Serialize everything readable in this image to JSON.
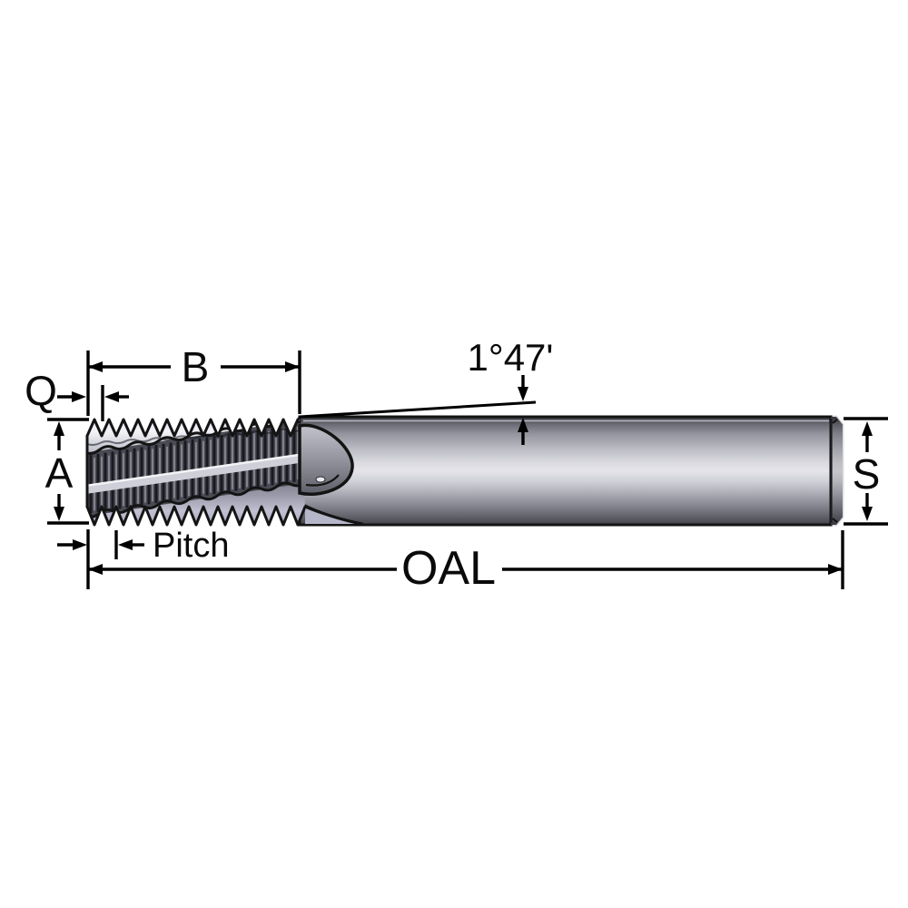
{
  "diagram": {
    "labels": {
      "chamfer_length": "Q",
      "thread_length": "B",
      "thread_diameter": "A",
      "taper_angle": "1°47'",
      "shank_diameter": "S",
      "pitch": "Pitch",
      "overall_length": "OAL"
    },
    "colors": {
      "background": "#ffffff",
      "outline": "#141414",
      "metal_highlight": "#f2f2f6",
      "metal_mid": "#9a9aa6",
      "metal_dark": "#3a3a42",
      "flute_shadow": "#4b4b55",
      "hatch_dark": "#191920",
      "hatch_light": "#9a9aa4",
      "lavender_tint": "#b6b6ca"
    }
  }
}
